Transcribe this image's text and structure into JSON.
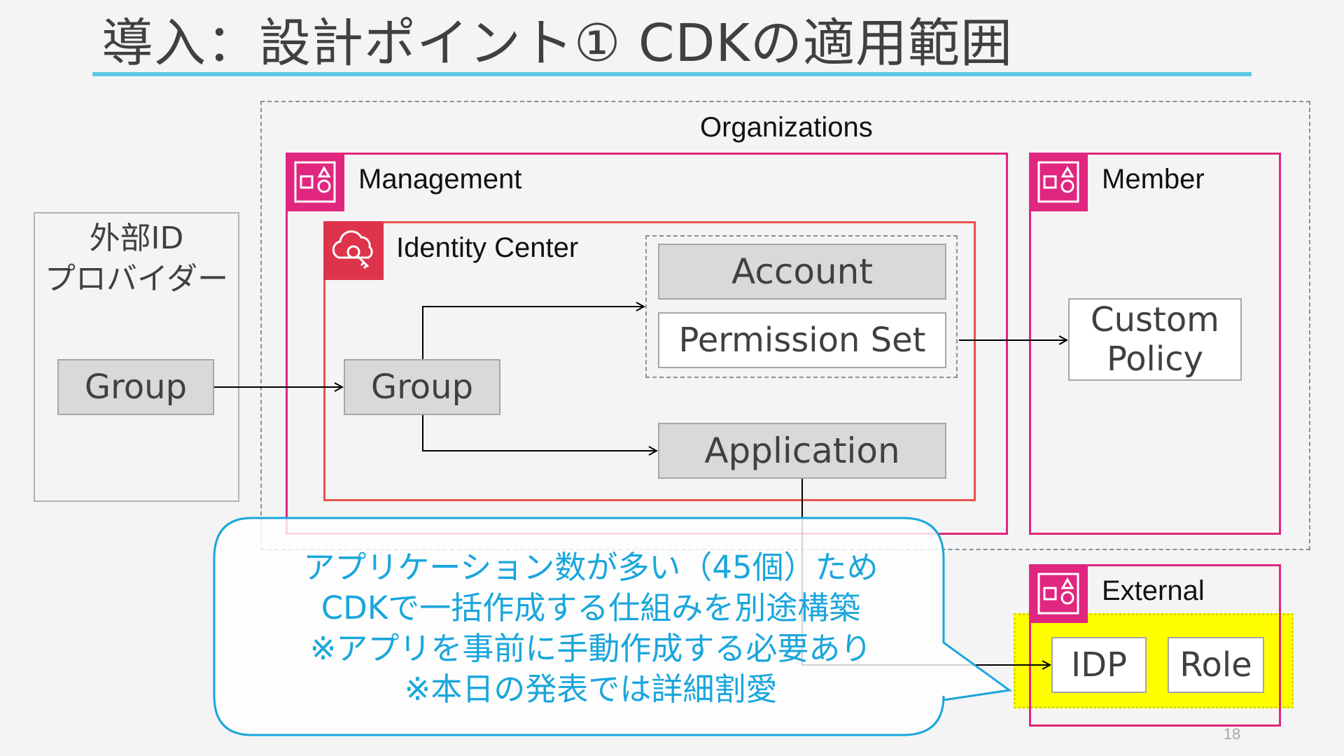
{
  "slide": {
    "title": "導入：設計ポイント① CDKの適用範囲",
    "page_number": "18"
  },
  "colors": {
    "accent_rule": "#5bc8e2",
    "account_border": "#e0267f",
    "identity_center": "#dd344c",
    "callout_text": "#1aa6dc",
    "highlight": "#ffff00"
  },
  "external_idp": {
    "title": "外部ID\nプロバイダー",
    "group": "Group"
  },
  "organizations": {
    "label": "Organizations",
    "management": {
      "label": "Management",
      "icon": "aws-account-icon",
      "identity_center": {
        "label": "Identity Center",
        "icon": "identity-center-icon",
        "group": "Group",
        "account": "Account",
        "permission_set": "Permission Set",
        "application": "Application"
      }
    },
    "member": {
      "label": "Member",
      "icon": "aws-account-icon",
      "custom_policy": "Custom\nPolicy"
    }
  },
  "external": {
    "label": "External",
    "icon": "aws-account-icon",
    "idp": "IDP",
    "role": "Role"
  },
  "callout": {
    "lines": [
      "アプリケーション数が多い（45個）ため",
      "CDKで一括作成する仕組みを別途構築",
      "※アプリを事前に手動作成する必要あり",
      "※本日の発表では詳細割愛"
    ]
  }
}
